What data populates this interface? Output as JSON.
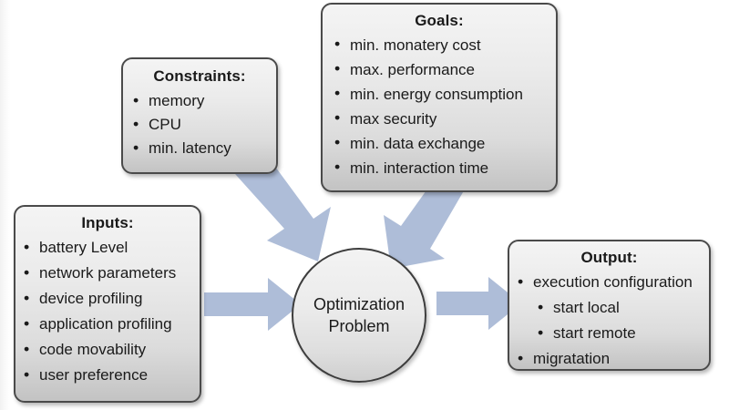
{
  "diagram": {
    "title": "Optimization Problem flow diagram",
    "background_color": "#ffffff",
    "arrow_color": "#aebdd8",
    "box_border_color": "#4a4a4a",
    "center": {
      "label_line1": "Optimization",
      "label_line2": "Problem"
    },
    "boxes": [
      {
        "id": "constraints",
        "title": "Constraints:",
        "items": [
          {
            "text": "memory",
            "level": 1
          },
          {
            "text": "CPU",
            "level": 1
          },
          {
            "text": "min. latency",
            "level": 1
          }
        ]
      },
      {
        "id": "goals",
        "title": "Goals:",
        "items": [
          {
            "text": "min. monatery cost",
            "level": 1
          },
          {
            "text": "max. performance",
            "level": 1
          },
          {
            "text": "min. energy consumption",
            "level": 1
          },
          {
            "text": "max security",
            "level": 1
          },
          {
            "text": "min. data exchange",
            "level": 1
          },
          {
            "text": "min. interaction time",
            "level": 1
          }
        ]
      },
      {
        "id": "inputs",
        "title": "Inputs:",
        "items": [
          {
            "text": "battery Level",
            "level": 1
          },
          {
            "text": "network parameters",
            "level": 1
          },
          {
            "text": "device profiling",
            "level": 1
          },
          {
            "text": "application profiling",
            "level": 1
          },
          {
            "text": "code movability",
            "level": 1
          },
          {
            "text": "user preference",
            "level": 1
          }
        ]
      },
      {
        "id": "output",
        "title": "Output:",
        "items": [
          {
            "text": "execution configuration",
            "level": 1
          },
          {
            "text": "start local",
            "level": 2
          },
          {
            "text": "start remote",
            "level": 2
          },
          {
            "text": "migratation",
            "level": 1
          }
        ]
      }
    ],
    "arrows": [
      {
        "id": "constraints-to-center",
        "from": "constraints",
        "to": "center",
        "direction": "down-right"
      },
      {
        "id": "goals-to-center",
        "from": "goals",
        "to": "center",
        "direction": "down-left"
      },
      {
        "id": "inputs-to-center",
        "from": "inputs",
        "to": "center",
        "direction": "right"
      },
      {
        "id": "center-to-output",
        "from": "center",
        "to": "output",
        "direction": "right"
      }
    ]
  }
}
